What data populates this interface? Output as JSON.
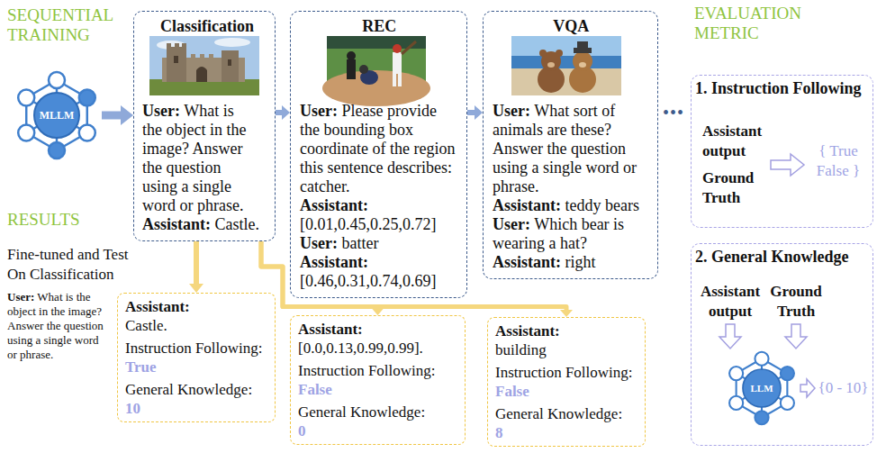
{
  "diagram": {
    "nodes": [
      {
        "text": [
          "MLLM"
        ]
      },
      {
        "text": [
          "Classification",
          "User: What is the object in the image? Answer the question using a single word or phrase.",
          "Assistant: Castle."
        ]
      },
      {
        "text": [
          "REC",
          "User: Please provide the bounding box coordinate of the region this sentence describes: catcher.",
          "Assistant: [0.01,0.45,0.25,0.72]",
          "User: batter",
          "Assistant: [0.46,0.31,0.74,0.69]"
        ]
      },
      {
        "text": [
          "VQA",
          "User: What sort of animals are these? Answer the question using a single word or phrase.",
          "Assistant: teddy bears",
          "User: Which bear is wearing a hat?",
          "Assistant: right"
        ]
      },
      {
        "text": [
          "1. Instruction Following",
          "Assistant output",
          "Ground Truth",
          "{ True False }"
        ]
      },
      {
        "text": [
          "2. General Knowledge",
          "Assistant output",
          "Ground Truth",
          "{0 - 10}"
        ]
      },
      {
        "text": [
          "LLM"
        ],
        "in": 5
      },
      {
        "text": [
          "Assistant: Castle.",
          "Instruction Following:",
          "True",
          "General Knowledge:",
          "10"
        ]
      },
      {
        "text": [
          "Assistant: [0.0,0.13,0.99,0.99].",
          "Instruction Following:",
          "False",
          "General Knowledge:",
          "0"
        ]
      },
      {
        "text": [
          "Assistant: building",
          "Instruction Following:",
          "False",
          "General Knowledge:",
          "8"
        ]
      }
    ],
    "edges": [
      {
        "from": 0,
        "to": 1,
        "arrow": "to"
      },
      {
        "from": 1,
        "to": 2,
        "arrow": "to"
      },
      {
        "from": 2,
        "to": 3,
        "arrow": "to"
      },
      {
        "from": 1,
        "to": 7,
        "arrow": "to"
      },
      {
        "from": 1,
        "to": 8,
        "arrow": "to"
      },
      {
        "from": 1,
        "to": 9,
        "arrow": "to"
      }
    ],
    "labels": [
      "SEQUENTIAL TRAINING",
      "•••",
      "EVALUATION METRIC",
      "RESULTS",
      "Fine-tuned and Test On Classification",
      "User: What is the object in the image? Answer the question using a single word or phrase."
    ]
  }
}
